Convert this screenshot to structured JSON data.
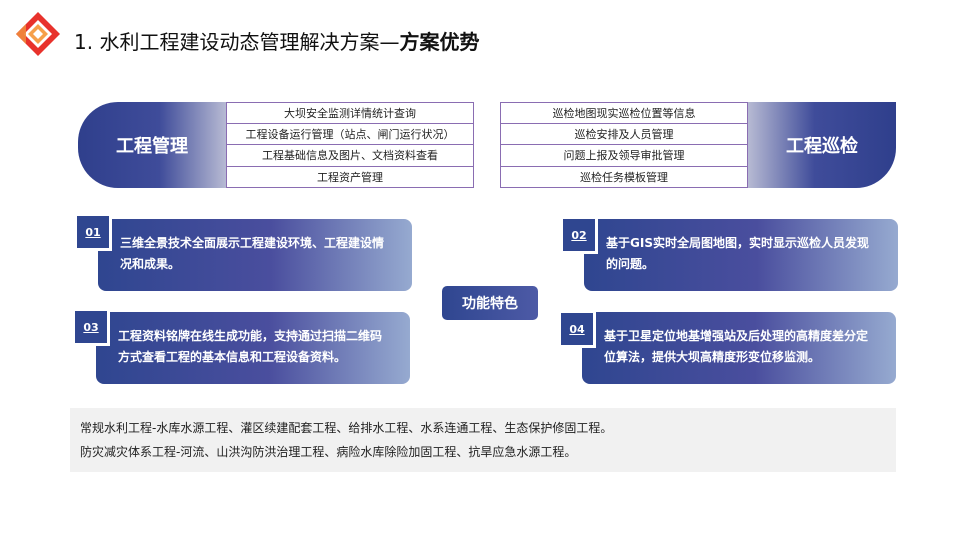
{
  "header": {
    "title_prefix": "1. 水利工程建设动态管理解决方案—",
    "title_bold": "方案优势"
  },
  "left_panel": {
    "label": "工程管理",
    "items": [
      "大坝安全监测详情统计查询",
      "工程设备运行管理（站点、闸门运行状况）",
      "工程基础信息及图片、文档资料查看",
      "工程资产管理"
    ]
  },
  "right_panel": {
    "label": "工程巡检",
    "items": [
      "巡检地图现实巡检位置等信息",
      "巡检安排及人员管理",
      "问题上报及领导审批管理",
      "巡检任务模板管理"
    ]
  },
  "center": {
    "label": "功能特色"
  },
  "cards": [
    {
      "num": "01",
      "text": "三维全景技术全面展示工程建设环境、工程建设情况和成果。"
    },
    {
      "num": "02",
      "text": "基于GIS实时全局图地图，实时显示巡检人员发现的问题。"
    },
    {
      "num": "03",
      "text": "工程资料铭牌在线生成功能，支持通过扫描二维码方式查看工程的基本信息和工程设备资料。"
    },
    {
      "num": "04",
      "text": "基于卫星定位地基增强站及后处理的高精度差分定位算法，提供大坝高精度形变位移监测。"
    }
  ],
  "bottom": {
    "lines": [
      "常规水利工程-水库水源工程、灌区续建配套工程、给排水工程、水系连通工程、生态保护修固工程。",
      "防灾减灾体系工程-河流、山洪沟防洪治理工程、病险水库除险加固工程、抗旱应急水源工程。"
    ]
  },
  "colors": {
    "primary": "#2f4690",
    "accent_light": "#96aad0",
    "list_border": "#8a6db2",
    "logo_red": "#e8322c",
    "logo_orange": "#f6a04a"
  }
}
